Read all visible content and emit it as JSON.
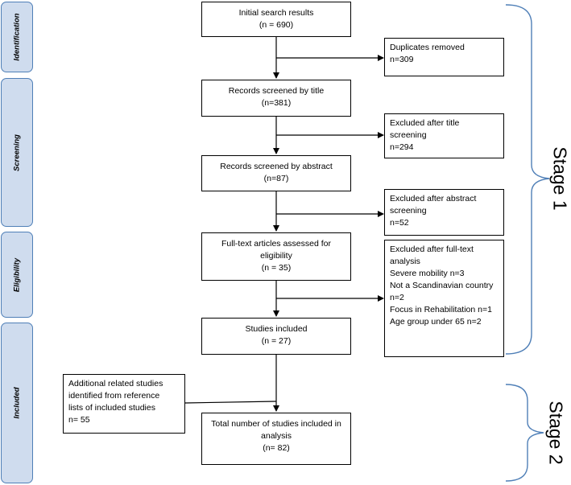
{
  "phases": {
    "identification": "Identification",
    "screening": "Screening",
    "eligibility": "Eligibility",
    "included": "Included"
  },
  "boxes": {
    "initial_search": [
      "Initial search results",
      "(n = 690)"
    ],
    "duplicates_removed": [
      "Duplicates removed",
      "n=309"
    ],
    "screened_title": [
      "Records screened by title",
      "(n=381)"
    ],
    "excluded_title": [
      "Excluded after title",
      "screening",
      "n=294"
    ],
    "screened_abstract": [
      "Records screened by abstract",
      "(n=87)"
    ],
    "excluded_abstract": [
      "Excluded after abstract",
      "screening",
      "n=52"
    ],
    "full_text": [
      "Full-text articles assessed for",
      "eligibility",
      "(n = 35)"
    ],
    "excluded_fulltext": [
      "Excluded after full-text",
      "analysis",
      "Severe mobility n=3",
      "Not a Scandinavian country",
      "n=2",
      "Focus in Rehabilitation n=1",
      "Age group under 65 n=2"
    ],
    "studies_included": [
      "Studies included",
      "(n = 27)"
    ],
    "additional_studies": [
      "Additional related studies",
      "identified from reference",
      "lists of included studies",
      "n= 55"
    ],
    "total_included": [
      "Total number of studies included in",
      "analysis",
      "(n= 82)"
    ]
  },
  "stages": {
    "stage1": "Stage 1",
    "stage2": "Stage 2"
  },
  "colors": {
    "phase_fill": "#cfdcee",
    "phase_border": "#4f7fb7",
    "brace": "#4f7fb7"
  }
}
